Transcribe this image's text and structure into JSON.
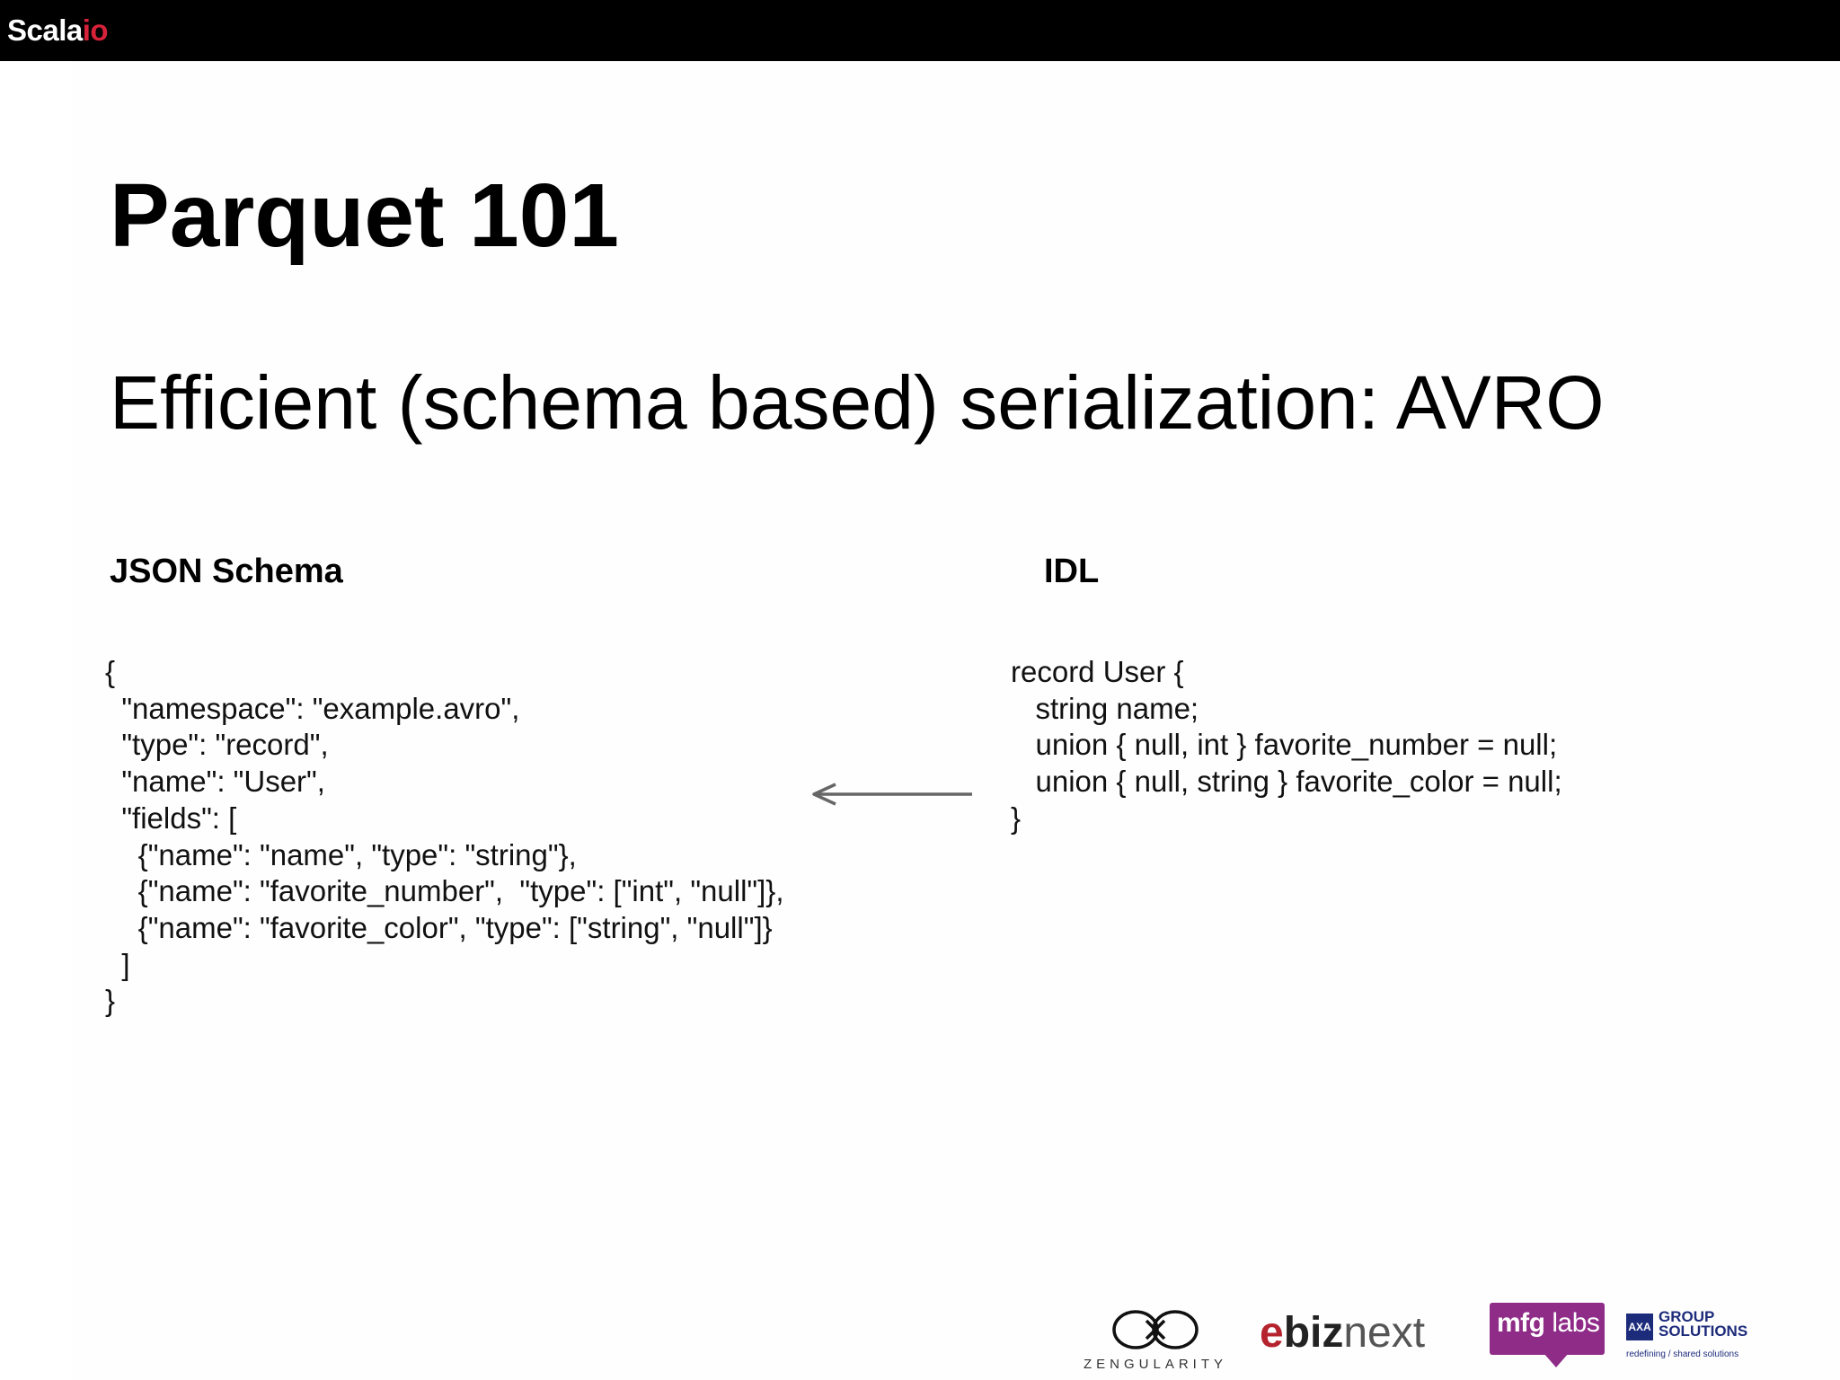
{
  "header": {
    "brand_main": "Scala",
    "brand_accent": "io"
  },
  "slide": {
    "title": "Parquet 101",
    "subtitle": "Efficient (schema based) serialization: AVRO",
    "left_heading": "JSON Schema",
    "right_heading": "IDL",
    "json_schema_code": "{\n  \"namespace\": \"example.avro\",\n  \"type\": \"record\",\n  \"name\": \"User\",\n  \"fields\": [\n    {\"name\": \"name\", \"type\": \"string\"},\n    {\"name\": \"favorite_number\",  \"type\": [\"int\", \"null\"]},\n    {\"name\": \"favorite_color\", \"type\": [\"string\", \"null\"]}\n  ]\n}",
    "idl_code": "record User {\n   string name;\n   union { null, int } favorite_number = null;\n   union { null, string } favorite_color = null;\n}",
    "arrow_direction": "left"
  },
  "sponsors": {
    "zengularity": "ZENGULARITY",
    "ebiznext_e": "e",
    "ebiznext_biz": "biz",
    "ebiznext_next": "next",
    "mfglabs_mfg": "mfg",
    "mfglabs_labs": "labs",
    "axa_box": "AXA",
    "axa_text": "GROUP\nSOLUTIONS",
    "axa_tagline": "redefining / shared solutions"
  },
  "colors": {
    "brand_accent": "#d8223a",
    "ebiznext_red": "#b5232e",
    "mfglabs_purple": "#8e2c87",
    "axa_blue": "#1d2b7b",
    "arrow_gray": "#666666"
  }
}
